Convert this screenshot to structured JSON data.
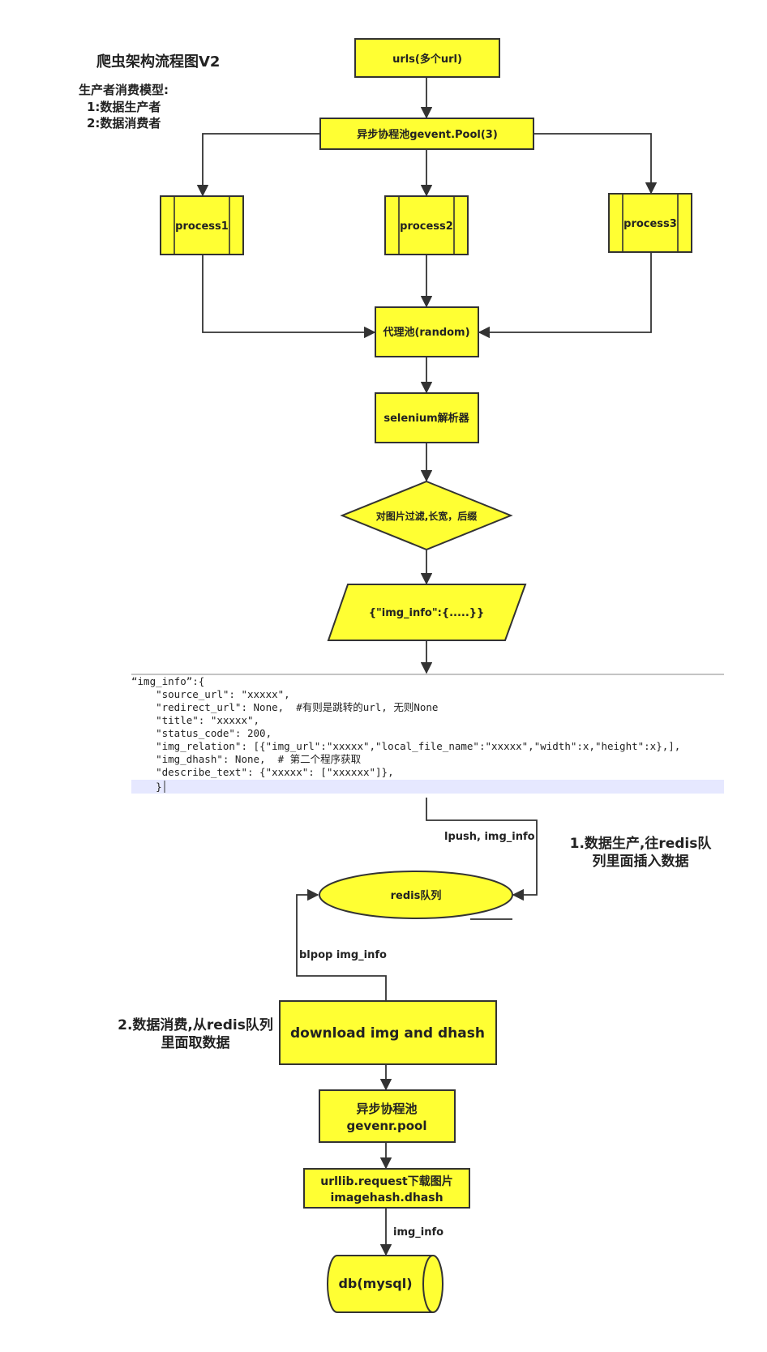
{
  "header": {
    "title": "爬虫架构流程图V2",
    "model": "生产者消费模型:",
    "step1": "1:数据生产者",
    "step2": "2:数据消费者"
  },
  "nodes": {
    "urls": "urls(多个url)",
    "pool": "异步协程池gevent.Pool(3)",
    "process1": "process1",
    "process2": "process2",
    "process3": "process3",
    "proxy": "代理池(random)",
    "selenium": "selenium解析器",
    "filter": "对图片过滤,长宽，后缀",
    "imginfo": "{\"img_info\":{.....}}",
    "redis": "redis队列",
    "download": "download img and dhash",
    "pool2_line1": "异步协程池",
    "pool2_line2": "gevenr.pool",
    "urllib_line1": "urllib.request下载图片",
    "urllib_line2": "imagehash.dhash",
    "db": "db(mysql)"
  },
  "edges": {
    "lpush": "lpush, img_info",
    "blpop": "blpop img_info",
    "img_info": "img_info"
  },
  "notes": {
    "producer_line1": "1.数据生产,往redis队",
    "producer_line2": "列里面插入数据",
    "consumer_line1": "2.数据消费,从redis队列",
    "consumer_line2": "里面取数据"
  },
  "code_block": {
    "lines": [
      "“img_info”:{",
      "    \"source_url\": \"xxxxx\",",
      "    \"redirect_url\": None,  #有则是跳转的url, 无则None",
      "    \"title\": \"xxxxx\",",
      "    \"status_code\": 200,",
      "    \"img_relation\": [{\"img_url\":\"xxxxx\",\"local_file_name\":\"xxxxx\",\"width\":x,\"height\":x},],",
      "    \"img_dhash\": None,  # 第二个程序获取",
      "    \"describe_text\": {\"xxxxx\": [\"xxxxxx\"]},",
      "    }"
    ],
    "brace_color": "#cc0000"
  },
  "colors": {
    "node_fill": "#ffff33",
    "stroke": "#333333"
  }
}
